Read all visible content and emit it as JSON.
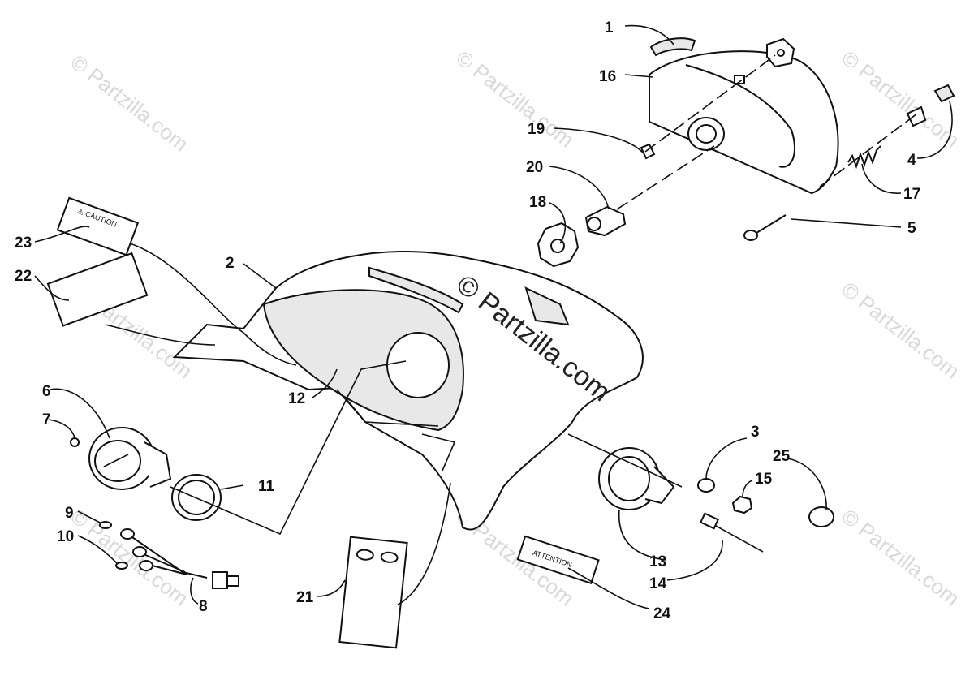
{
  "watermark": {
    "text": "© Partzilla.com",
    "center_text": "© Partzilla.com"
  },
  "decals": {
    "caution": "⚠ CAUTION",
    "attention": "ATTENTION"
  },
  "callouts": {
    "c1": "1",
    "c2": "2",
    "c3": "3",
    "c4": "4",
    "c5": "5",
    "c6": "6",
    "c7": "7",
    "c8": "8",
    "c9": "9",
    "c10": "10",
    "c11": "11",
    "c12": "12",
    "c13": "13",
    "c14": "14",
    "c15": "15",
    "c16": "16",
    "c17": "17",
    "c18": "18",
    "c19": "19",
    "c20": "20",
    "c21": "21",
    "c22": "22",
    "c23": "23",
    "c24": "24",
    "c25": "25"
  }
}
